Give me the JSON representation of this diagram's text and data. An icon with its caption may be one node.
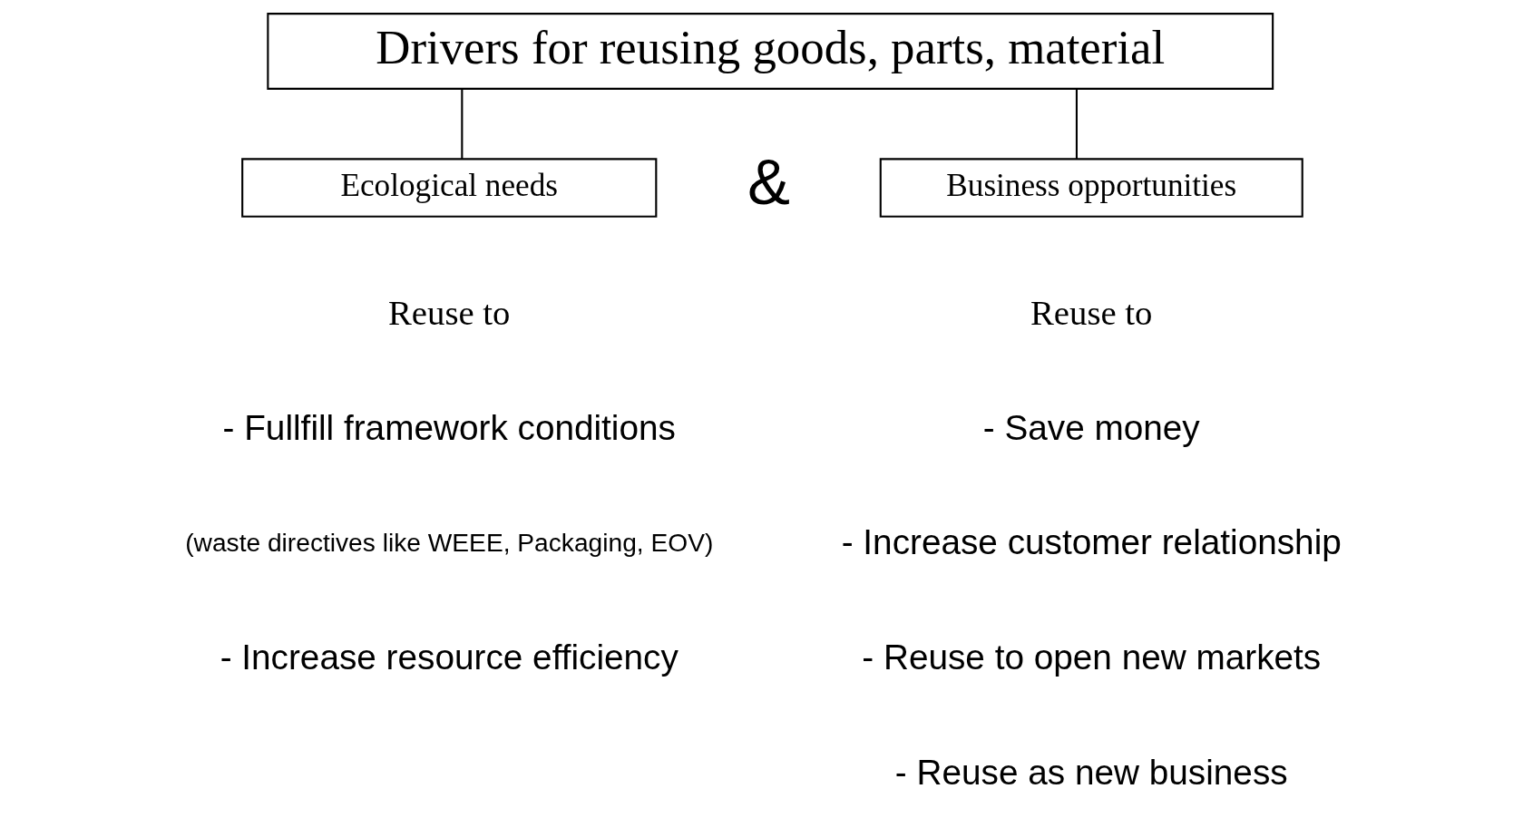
{
  "diagram": {
    "nodes": [
      {
        "text": [
          "Drivers for reusing goods, parts, material"
        ]
      },
      {
        "text": [
          "Ecological needs"
        ]
      },
      {
        "text": [
          "Business opportunities"
        ]
      }
    ],
    "edges": [
      {
        "from": 0,
        "to": 1,
        "arrow": "none"
      },
      {
        "from": 0,
        "to": 2,
        "arrow": "none"
      }
    ],
    "labels": [
      "&",
      "Reuse to",
      "- Fullfill framework conditions",
      "(waste directives like WEEE, Packaging, EOV)",
      "- Increase resource efficiency",
      "Reuse to",
      "- Save money",
      "- Increase customer relationship",
      "- Reuse to open new markets",
      "- Reuse as new business"
    ]
  }
}
